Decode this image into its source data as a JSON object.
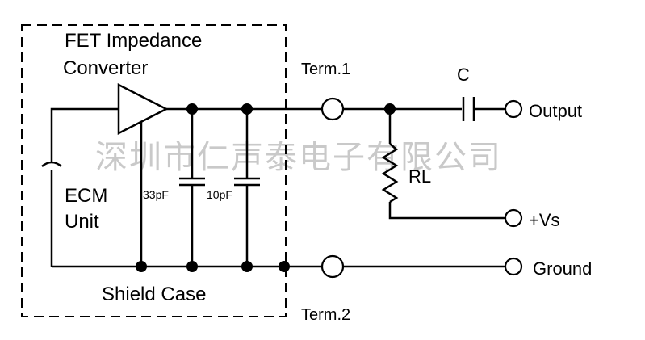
{
  "fet_title_line1": "FET Impedance",
  "fet_title_line2": "Converter",
  "ecm_line1": "ECM",
  "ecm_line2": "Unit",
  "shield_label": "Shield Case",
  "cap1_value": "33pF",
  "cap2_value": "10pF",
  "term1_label": "Term.1",
  "term2_label": "Term.2",
  "cap_c_label": "C",
  "resistor_label": "RL",
  "output_label": "Output",
  "vs_label": "+Vs",
  "ground_label": "Ground",
  "watermark_text": "深圳市仁声泰电子有限公司"
}
